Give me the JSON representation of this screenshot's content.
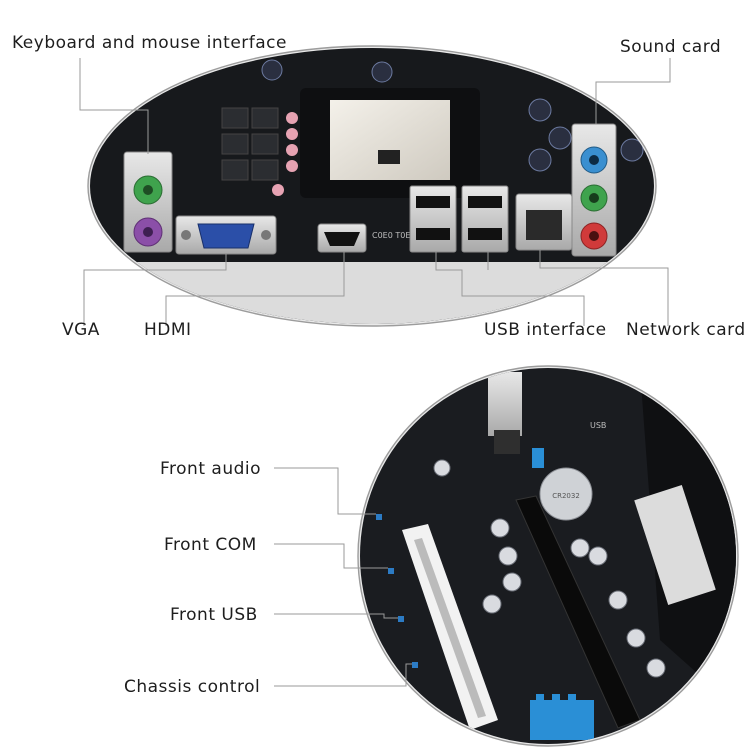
{
  "top_panel": {
    "labels": {
      "keyboard_mouse": "Keyboard and mouse interface",
      "sound_card": "Sound card",
      "vga": "VGA",
      "hdmi": "HDMI",
      "usb": "USB interface",
      "network_card": "Network card"
    },
    "port_colors": {
      "ps2_keyboard": "#8b4fa8",
      "ps2_mouse": "#3fa34d",
      "vga": "#2b4fa8",
      "audio_line_in": "#3a8fd0",
      "audio_line_out": "#3fa34d",
      "audio_mic": "#d03a3a"
    },
    "board_marking": "C0E0 T0E0"
  },
  "bottom_panel": {
    "labels": {
      "front_audio": "Front audio",
      "front_com": "Front COM",
      "front_usb": "Front USB",
      "chassis_control": "Chassis control"
    },
    "battery_marking": "CR2032",
    "board_marking": "USB"
  },
  "colors": {
    "pcb": "#1a1c20",
    "leader_line": "#9a9a9a",
    "heatsink": "#2a8fd6"
  }
}
